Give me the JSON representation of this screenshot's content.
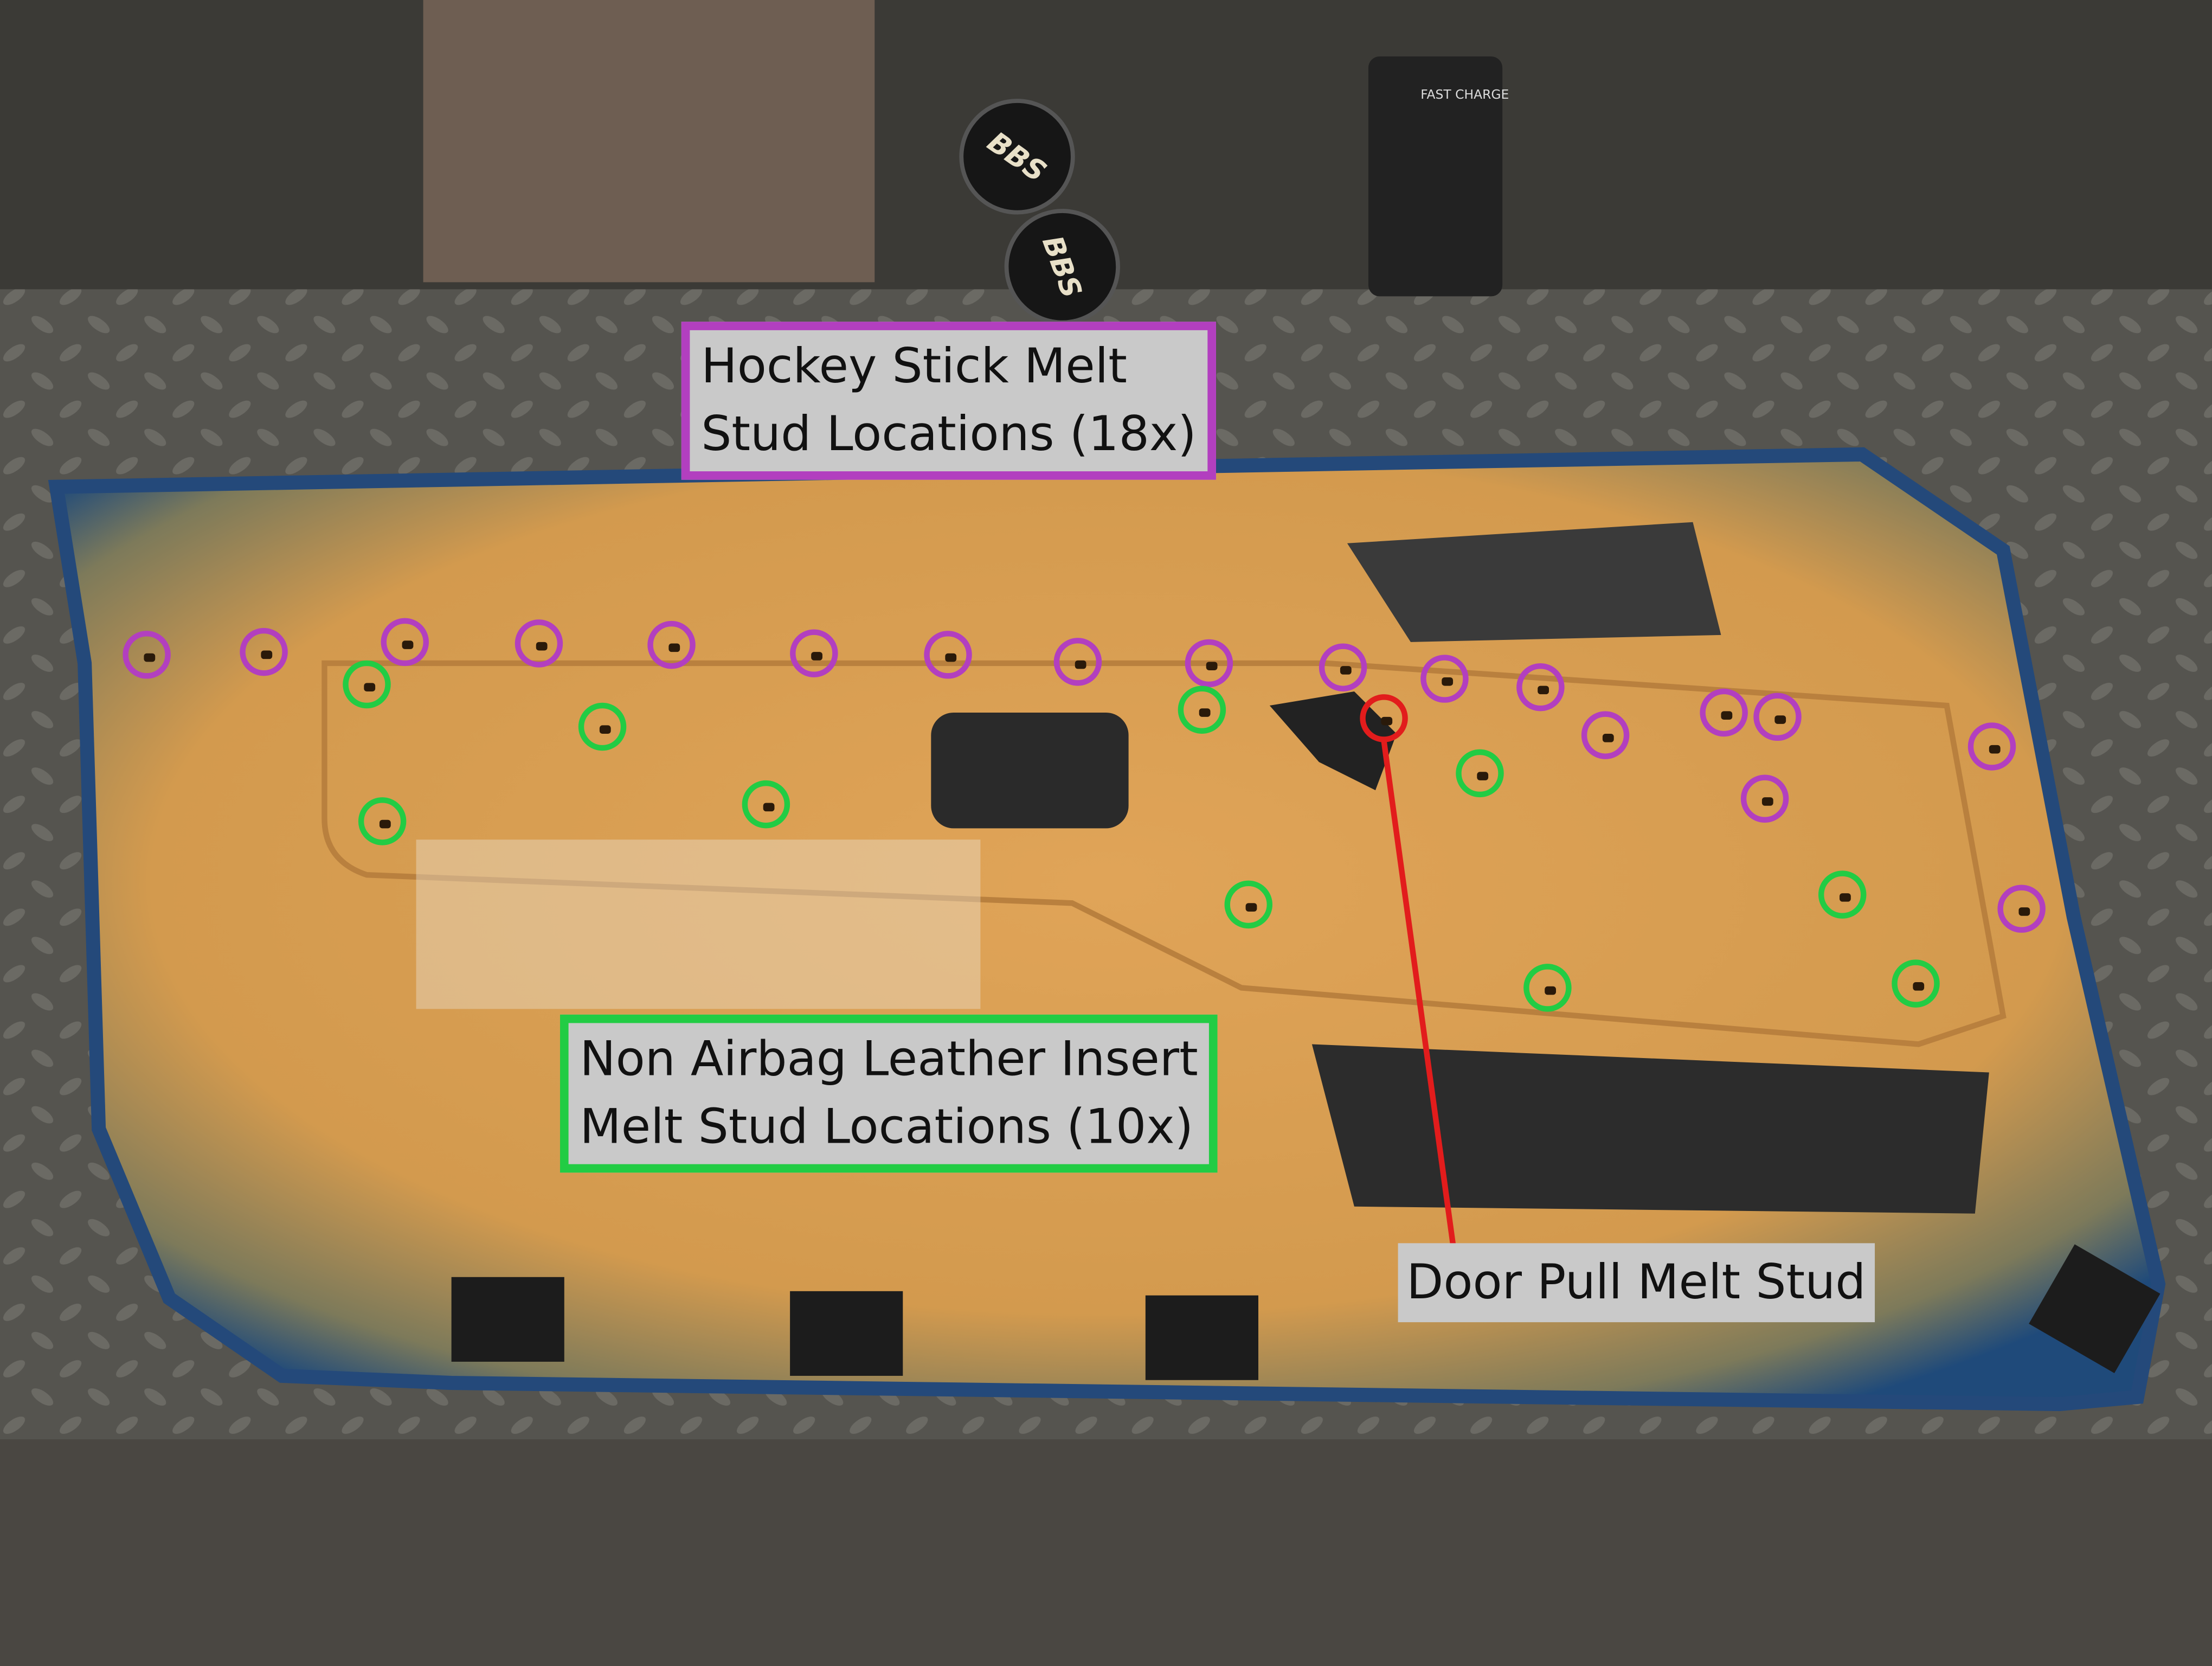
{
  "annotations": {
    "hockey_stick": {
      "line1": "Hockey Stick Melt",
      "line2": "Stud Locations (18x)",
      "color": "#b23fbf",
      "count": 18
    },
    "non_airbag": {
      "line1": "Non Airbag Leather Insert",
      "line2": "Melt Stud Locations (10x)",
      "color": "#22cc44",
      "count": 10
    },
    "door_pull": {
      "text": "Door Pull Melt Stud",
      "color": "#e21c1c",
      "count": 1
    }
  },
  "background_text": {
    "charger": "FAST CHARGE",
    "badge": "BBS"
  }
}
